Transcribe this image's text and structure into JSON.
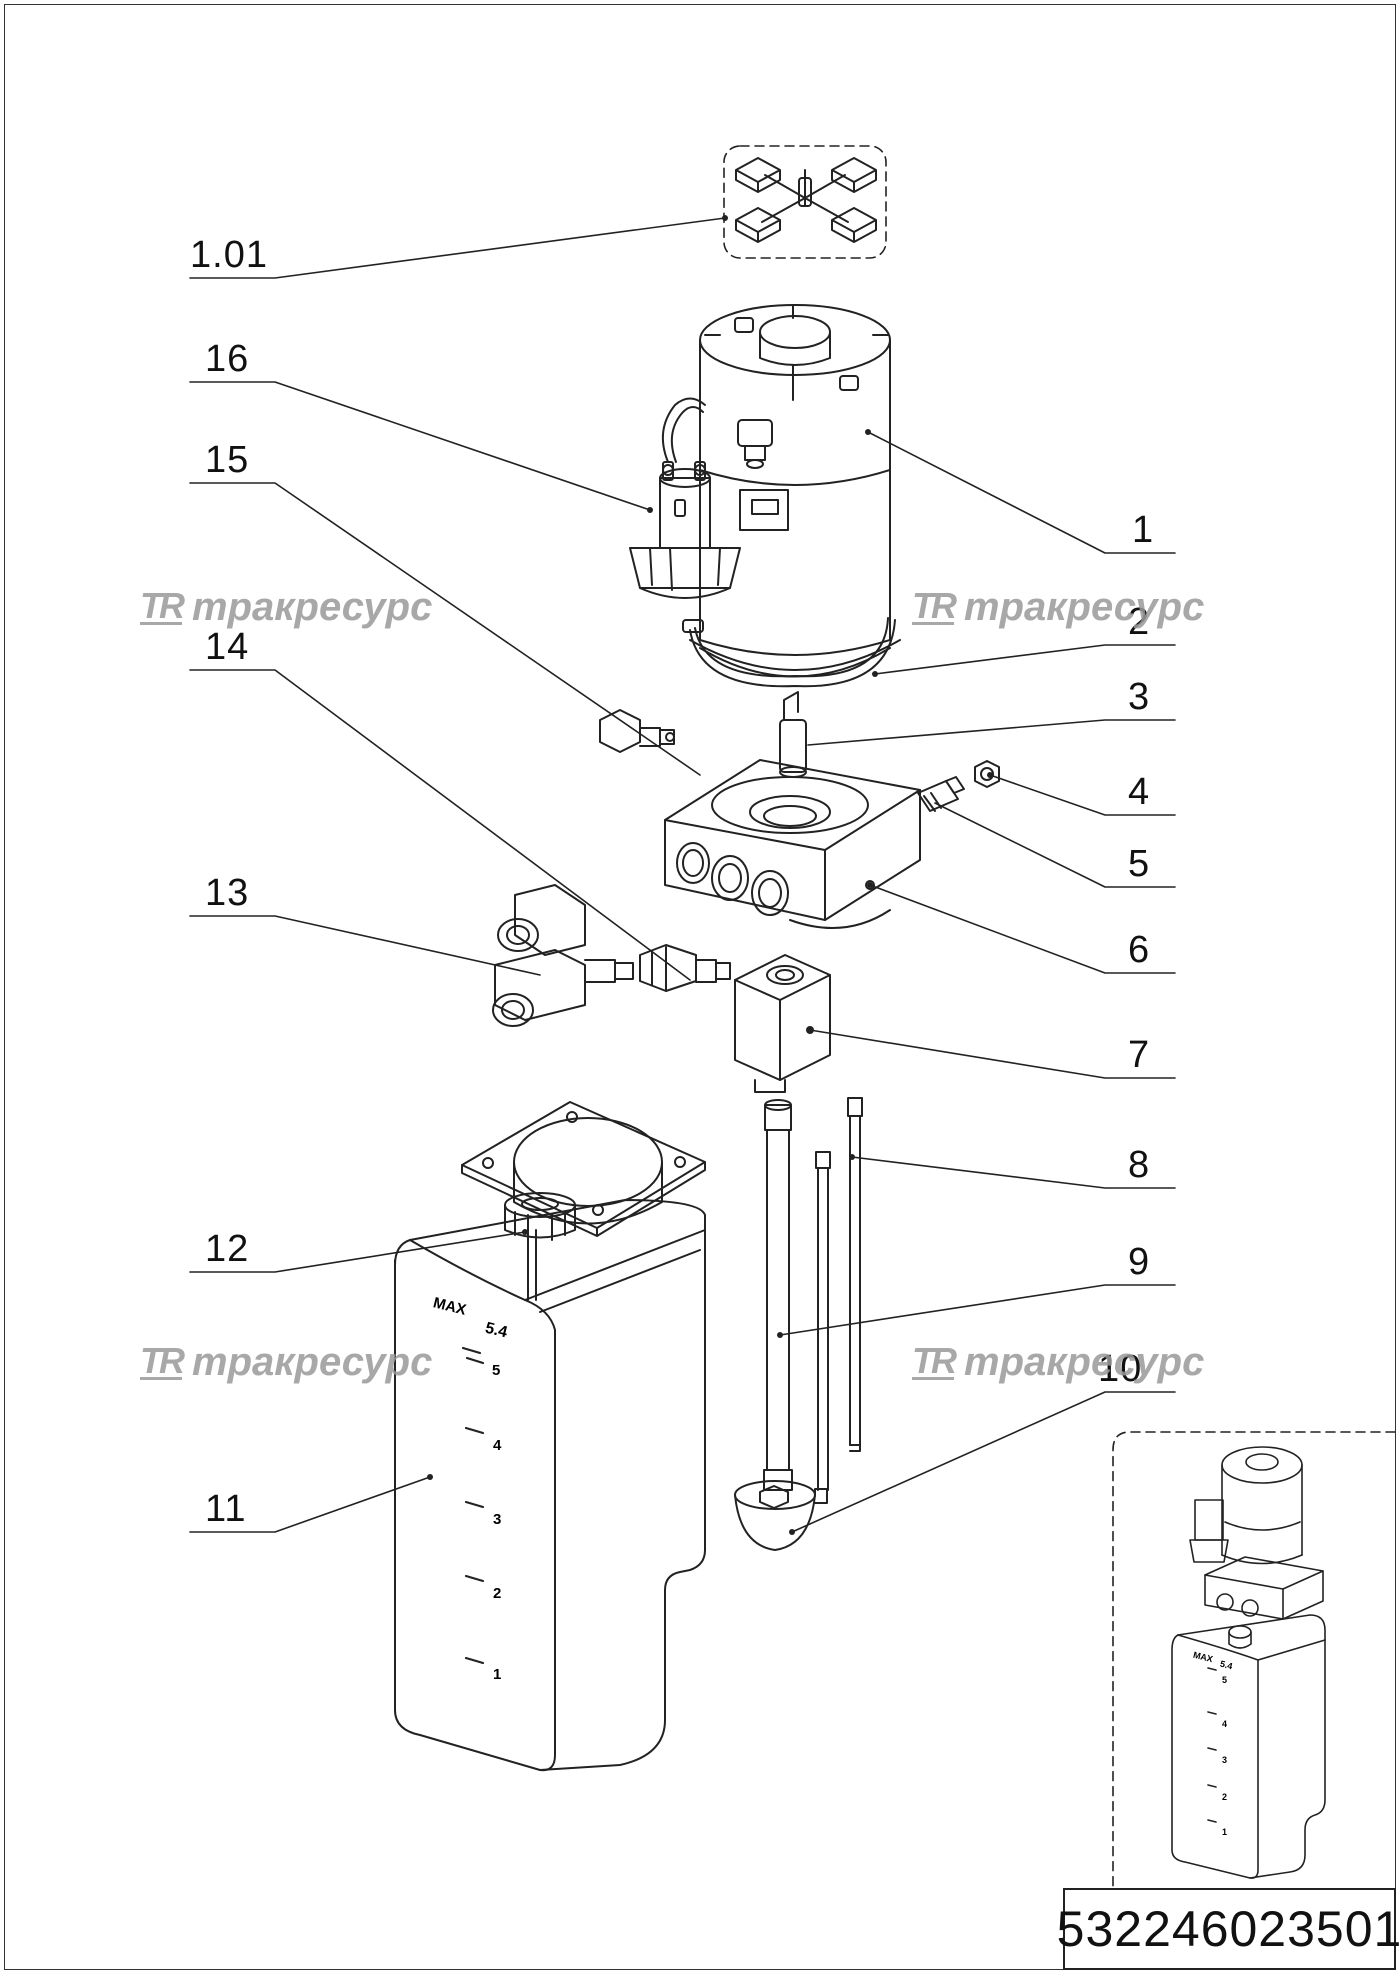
{
  "callouts": [
    {
      "label": "1.01"
    },
    {
      "label": "16"
    },
    {
      "label": "15"
    },
    {
      "label": "14"
    },
    {
      "label": "13"
    },
    {
      "label": "12"
    },
    {
      "label": "11"
    },
    {
      "label": "1"
    },
    {
      "label": "2"
    },
    {
      "label": "3"
    },
    {
      "label": "4"
    },
    {
      "label": "5"
    },
    {
      "label": "6"
    },
    {
      "label": "7"
    },
    {
      "label": "8"
    },
    {
      "label": "9"
    },
    {
      "label": "10"
    }
  ],
  "watermark": {
    "logo": "TR",
    "text": "тракресурс"
  },
  "tank": {
    "max_label": "MAX",
    "max_value": "5.4",
    "marks": [
      "5",
      "4",
      "3",
      "2",
      "1"
    ]
  },
  "inset": {
    "max_label": "MAX",
    "max_value": "5.4",
    "marks": [
      "5",
      "4",
      "3",
      "2",
      "1"
    ]
  },
  "part_number": "532246023501"
}
